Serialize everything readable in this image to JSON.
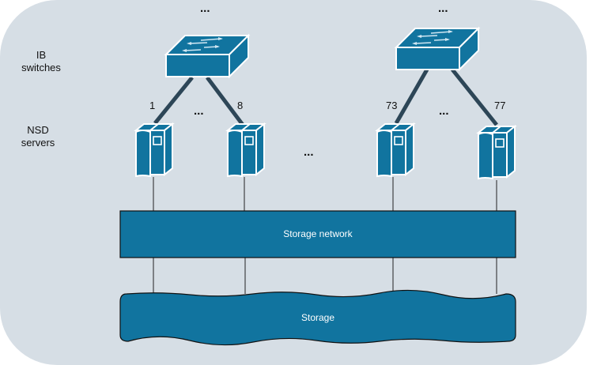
{
  "diagram": {
    "row_labels": {
      "ib_switches": [
        "IB",
        "switches"
      ],
      "nsd_servers": [
        "NSD",
        "servers"
      ]
    },
    "switches": [
      {
        "name": "switch-left",
        "links": [
          "1",
          "8"
        ]
      },
      {
        "name": "switch-right",
        "links": [
          "73",
          "77"
        ]
      }
    ],
    "servers": [
      "1",
      "8",
      "73",
      "77"
    ],
    "ellipsis": "...",
    "storage_network_label": "Storage network",
    "storage_label": "Storage",
    "colors": {
      "background": "#d6dee5",
      "device_fill": "#11749f",
      "link": "#2d4657",
      "device_stroke": "#ffffff"
    }
  }
}
